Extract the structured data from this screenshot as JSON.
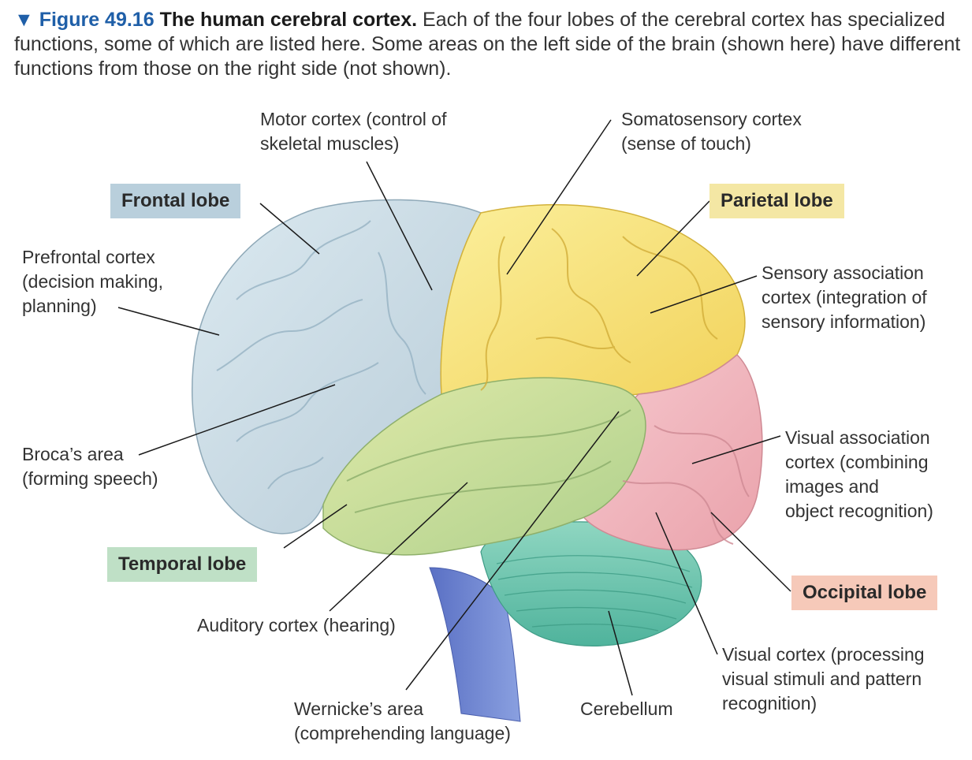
{
  "caption": {
    "marker": "▼",
    "figure_number": "Figure 49.16",
    "title": "The human cerebral cortex.",
    "text": "Each of the four lobes of the cerebral cortex has specialized functions, some of which are listed here. Some areas on the left side of the brain (shown here) have different functions from those on the right side (not shown)."
  },
  "lobes": {
    "frontal": "Frontal lobe",
    "parietal": "Parietal lobe",
    "temporal": "Temporal lobe",
    "occipital": "Occipital lobe"
  },
  "labels": {
    "motor_cortex": [
      "Motor cortex (control of",
      "skeletal muscles)"
    ],
    "somatosensory_cortex": [
      "Somatosensory cortex",
      "(sense of touch)"
    ],
    "prefrontal_cortex": [
      "Prefrontal cortex",
      "(decision making,",
      "planning)"
    ],
    "sensory_association_cortex": [
      "Sensory association",
      "cortex (integration of",
      "sensory information)"
    ],
    "brocas_area": [
      "Broca’s area",
      "(forming speech)"
    ],
    "visual_association_cortex": [
      "Visual association",
      "cortex (combining",
      "images and",
      "object recognition)"
    ],
    "auditory_cortex": [
      "Auditory cortex (hearing)"
    ],
    "wernickes_area": [
      "Wernicke’s area",
      "(comprehending language)"
    ],
    "cerebellum": [
      "Cerebellum"
    ],
    "visual_cortex": [
      "Visual cortex (processing",
      "visual stimuli and pattern",
      "recognition)"
    ]
  },
  "colors": {
    "frontal": "#c9dce6",
    "parietal": "#f7e27a",
    "temporal": "#c8dc97",
    "occipital": "#f2b9bf",
    "cerebellum": "#6cc6b0",
    "brainstem": "#6d84cf",
    "figure_accent": "#1f5fa8"
  }
}
